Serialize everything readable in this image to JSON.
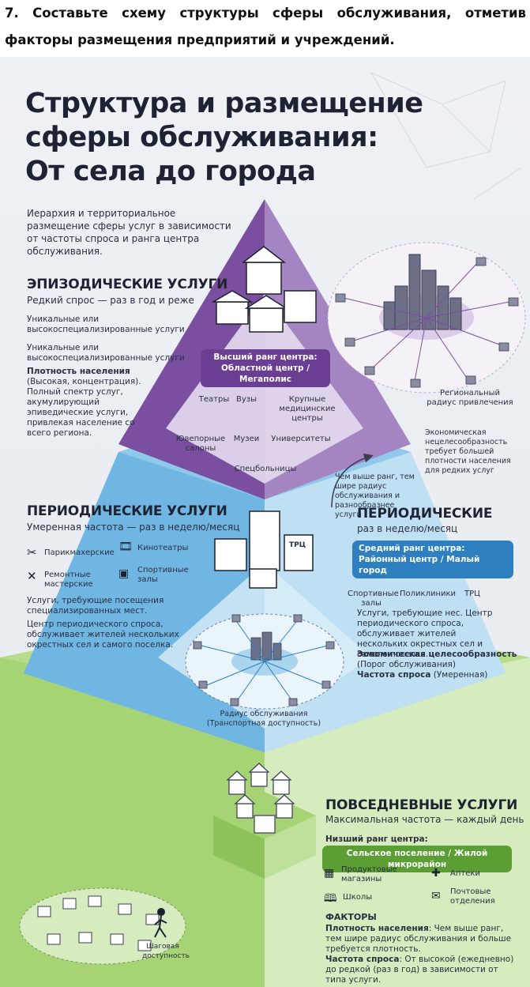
{
  "task": {
    "line1": "7. Составьте схему структуры сферы обслуживания, отметив",
    "line2": "факторы размещения предприятий и учреждений."
  },
  "title": {
    "line1": "Структура и размещение",
    "line2": "сферы обслуживания:",
    "line3": "От села до города"
  },
  "intro": "Иерархия и территориальное размещение сферы услуг в зависимости от частоты спроса и ранга центра обслуживания.",
  "episodic": {
    "heading": "ЭПИЗОДИЧЕСКИЕ УСЛУГИ",
    "subheading": "Редкий спрос — раз в год и реже",
    "note1": "Уникальные или высокоспециализированные услуги",
    "note2": "Уникальные или высокоспециализированные услуги",
    "density_label": "Плотность населения",
    "density_text": "(Высокая, концентрация). Полный спектр услуг, акумулирующий эпиведические услуги, привлекая население со всего региона.",
    "center_label": "Высший ранг центра:",
    "center_value": "Областной центр / Мегаполис",
    "items": {
      "theatres": "Театры",
      "universities_short": "Вузы",
      "medical": "Крупные медицинские центры",
      "jewelry": "Ювепорные салоны",
      "museums": "Музеи",
      "universities": "Университеты",
      "hospitals": "Спецбольницы"
    },
    "radius_label": "Региональный радиус привлечения",
    "econ_note": "Экономическая нецелесообразность требует большей плотности населения для редких услуг",
    "rank_note": "Чем выше ранг, тем шире радиус обслуживания и разнообразнее услуги"
  },
  "periodic": {
    "heading": "ПЕРИОДИЧЕСКИЕ УСЛУГИ",
    "subheading": "Умеренная частота — раз в неделю/месяц",
    "items_left": {
      "barber": "Парикмахерские",
      "cinema": "Кинотеатры",
      "repair": "Ремонтные мастерские",
      "sport": "Спортивные залы"
    },
    "text1": "Услуги, требующие посещения специализированных мест.",
    "text2": "Центр периодического спроса, обслуживает жителей нескольких окрестных сел и самого поселка.",
    "right_heading": "ПЕРИОДИЧЕСКИЕ",
    "right_sub": "раз в неделю/месяц",
    "center_label": "Средний ранг центра:",
    "center_value": "Районный центр / Малый город",
    "items_right": {
      "sport": "Спортивные залы",
      "clinics": "Поликлиники",
      "mall": "ТРЦ"
    },
    "right_text": "Услуги, требующие нес. Центр периодического спроса, обслуживает жителей нескольких окрестных сел и самого поселка.",
    "econ_label": "Эономическая целесообразность",
    "econ_value": "(Порог обслуживания)",
    "freq_label": "Частота спроса",
    "freq_value": "(Умеренная)",
    "radius_label": "Радиус обслуживания (Транспортная доступность)",
    "mall_sign": "ТРЦ"
  },
  "daily": {
    "heading": "ПОВСЕДНЕВНЫЕ УСЛУГИ",
    "subheading": "Максимальная частота — каждый день",
    "center_label": "Низший ранг центра:",
    "center_value": "Сельское поселение / Жилой микрорайон",
    "items": {
      "groceries": "Продуктовые магазины",
      "pharmacy": "Аптеки",
      "schools": "Школы",
      "post": "Почтовые отделения"
    },
    "factors_heading": "ФАКТОРЫ",
    "density_label": "Плотность населения",
    "density_text": ": Чем выше ранг, тем шире радиус обслуживания и больше требуется плотность.",
    "freq_label": "Частота спроса",
    "freq_text": ": От высокой (ежедневно) до редкой (раз в год) в зависимости от типа услуги.",
    "walk_label": "Шаговая доступность"
  },
  "colors": {
    "purple": "#7a4fa0",
    "purple_light": "#c9b5dc",
    "blue": "#5aa9dc",
    "blue_light": "#bfe0f3",
    "green": "#8cc65a",
    "green_light": "#cfe8b2",
    "pill_purple": "#6a3f93",
    "pill_blue": "#2e7fc0",
    "pill_green": "#5a9e34"
  }
}
